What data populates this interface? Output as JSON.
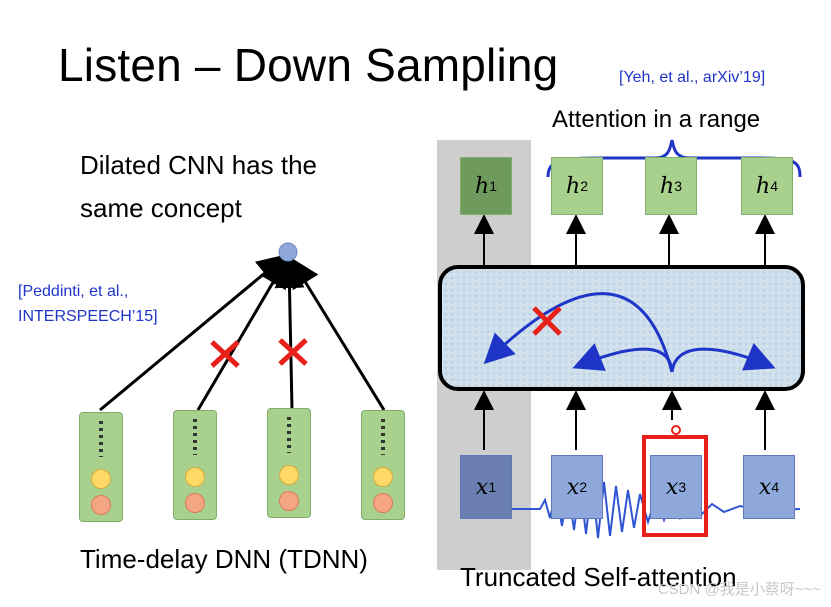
{
  "title": "Listen – Down Sampling",
  "refs": {
    "yeh": "[Yeh, et al., arXiv’19]",
    "peddinti_line1": "[Peddinti, et al.,",
    "peddinti_line2": "INTERSPEECH’15]"
  },
  "left": {
    "heading_line1": "Dilated CNN has the",
    "heading_line2": "same concept",
    "caption": "Time-delay DNN (TDNN)"
  },
  "right": {
    "range_label": "Attention in a range",
    "caption": "Truncated Self-attention",
    "h_labels": [
      "h",
      "h",
      "h",
      "h"
    ],
    "h_sups": [
      "1",
      "2",
      "3",
      "4"
    ],
    "x_labels": [
      "x",
      "x",
      "x",
      "x"
    ],
    "x_sups": [
      "1",
      "2",
      "3",
      "4"
    ]
  },
  "watermark": "CSDN @我是小蔡呀~~~",
  "colors": {
    "accent_blue": "#1f35c8",
    "cross_red": "#e8201a",
    "highlight_red": "#e8201a",
    "green_box": "#a9d18e",
    "blue_box": "#8fa8dc"
  }
}
